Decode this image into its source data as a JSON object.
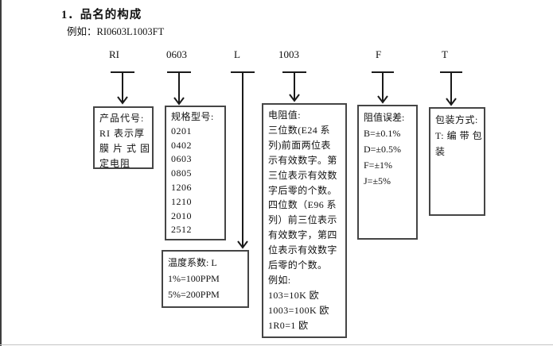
{
  "page": {
    "title": "1．品名的构成",
    "example": "例如：RI0603L1003FT"
  },
  "code_segments": [
    {
      "code": "RI"
    },
    {
      "code": "0603"
    },
    {
      "code": "L"
    },
    {
      "code": "1003"
    },
    {
      "code": "F"
    },
    {
      "code": "T"
    }
  ],
  "boxes": {
    "product_code": {
      "lines": [
        "产品代号:",
        "RI 表示厚",
        "膜 片 式 固",
        "定电阻"
      ]
    },
    "spec_model": {
      "lines": [
        "规格型号:",
        "0201",
        "0402",
        "0603",
        "0805",
        "1206",
        "1210",
        "2010",
        "2512"
      ]
    },
    "temp_coefficient": {
      "lines": [
        "温度系数: L",
        "1%=100PPM",
        "5%=200PPM"
      ]
    },
    "resistance_value": {
      "lines": [
        "电阻值:",
        "三位数(E24 系",
        "列)前面两位表",
        "示有效数字。第",
        "三位表示有效数",
        "字后零的个数。",
        "四位数（E96 系",
        "列）前三位表示",
        "有效数字，第四",
        "位表示有效数字",
        "后零的个数。",
        "例如:",
        "103=10K 欧",
        "1003=100K 欧",
        "1R0=1 欧"
      ]
    },
    "tolerance": {
      "lines": [
        "阻值误差:",
        "B=±0.1%",
        "D=±0.5%",
        "F=±1%",
        "J=±5%"
      ]
    },
    "packaging": {
      "lines": [
        "包装方式:",
        "T: 编 带 包",
        "装"
      ]
    }
  },
  "colors": {
    "text": "#111111",
    "box_border": "#454545",
    "arrow": "#1a1a1a",
    "page_edge_left": "#3d3d3d",
    "page_edge_bottom": "#c4c4c4"
  }
}
